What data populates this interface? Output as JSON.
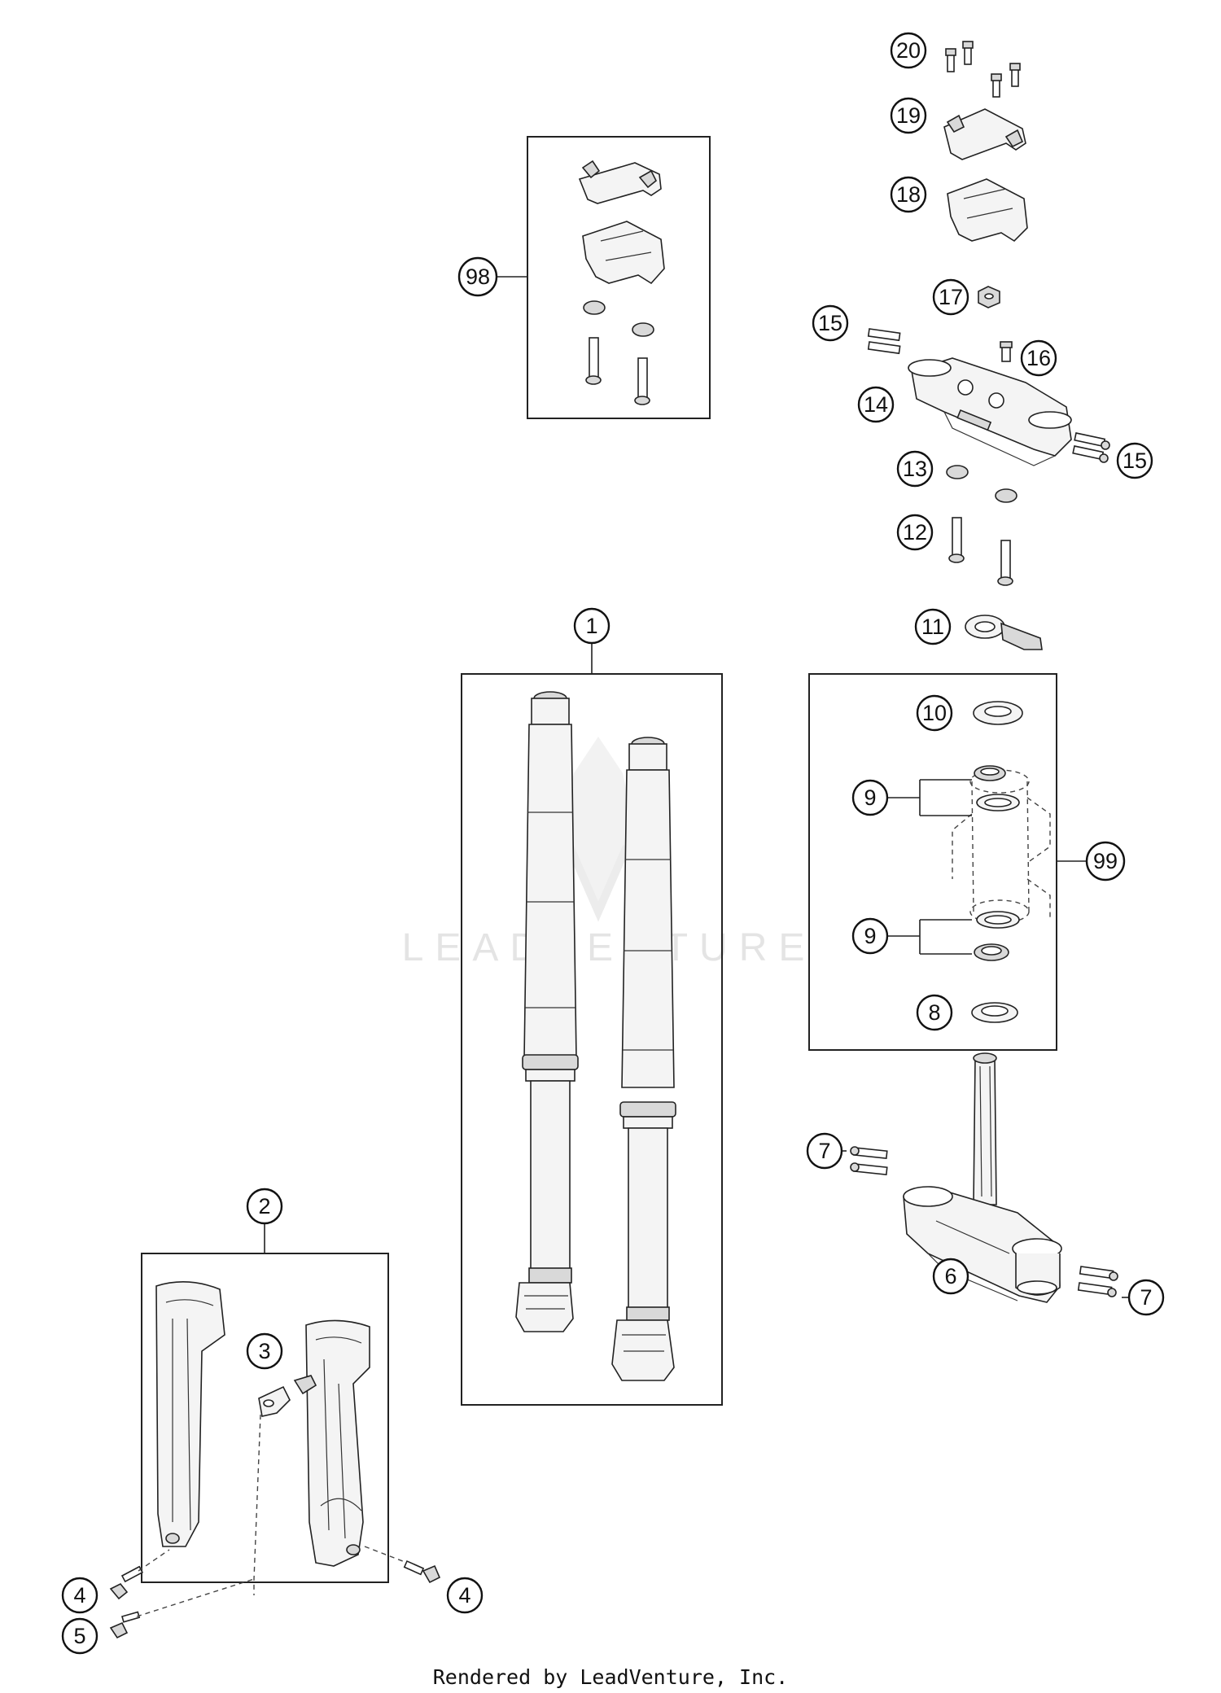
{
  "watermark": "LEADVENTURE",
  "footer": "Rendered by LeadVenture, Inc.",
  "callouts": {
    "c1": "1",
    "c2": "2",
    "c3": "3",
    "c4a": "4",
    "c4b": "4",
    "c5": "5",
    "c6": "6",
    "c7a": "7",
    "c7b": "7",
    "c8": "8",
    "c9a": "9",
    "c9b": "9",
    "c10": "10",
    "c11": "11",
    "c12": "12",
    "c13": "13",
    "c14": "14",
    "c15a": "15",
    "c15b": "15",
    "c16": "16",
    "c17": "17",
    "c18": "18",
    "c19": "19",
    "c20": "20",
    "c98": "98",
    "c99": "99"
  }
}
